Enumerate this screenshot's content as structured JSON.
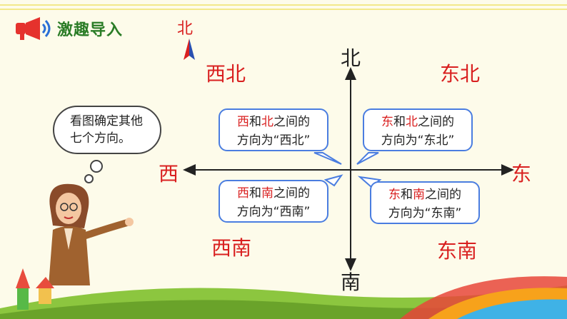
{
  "header": {
    "title": "激趣导入",
    "icon": "megaphone-icon"
  },
  "compass": {
    "label": "北",
    "icon": "north-arrow-icon"
  },
  "axes": {
    "north": "北",
    "south": "南",
    "east": "东",
    "west": "西"
  },
  "directions": {
    "northwest": "西北",
    "northeast": "东北",
    "southwest": "西南",
    "southeast": "东南"
  },
  "thought": {
    "line1": "看图确定其他",
    "line2": "七个方向。"
  },
  "bubbles": {
    "nw": {
      "a": "西",
      "mid": "和",
      "b": "北",
      "end": "之间的",
      "line2": "方向为“西北”"
    },
    "ne": {
      "a": "东",
      "mid": "和",
      "b": "北",
      "end": "之间的",
      "line2": "方向为“东北”"
    },
    "sw": {
      "a": "西",
      "mid": "和",
      "b": "南",
      "end": "之间的",
      "line2": "方向为“西南”"
    },
    "se": {
      "a": "东",
      "mid": "和",
      "b": "南",
      "end": "之间的",
      "line2": "方向为“东南”"
    }
  },
  "colors": {
    "direction": "#d92020",
    "bubble_border": "#4a7de0",
    "title": "#2a7c26"
  }
}
